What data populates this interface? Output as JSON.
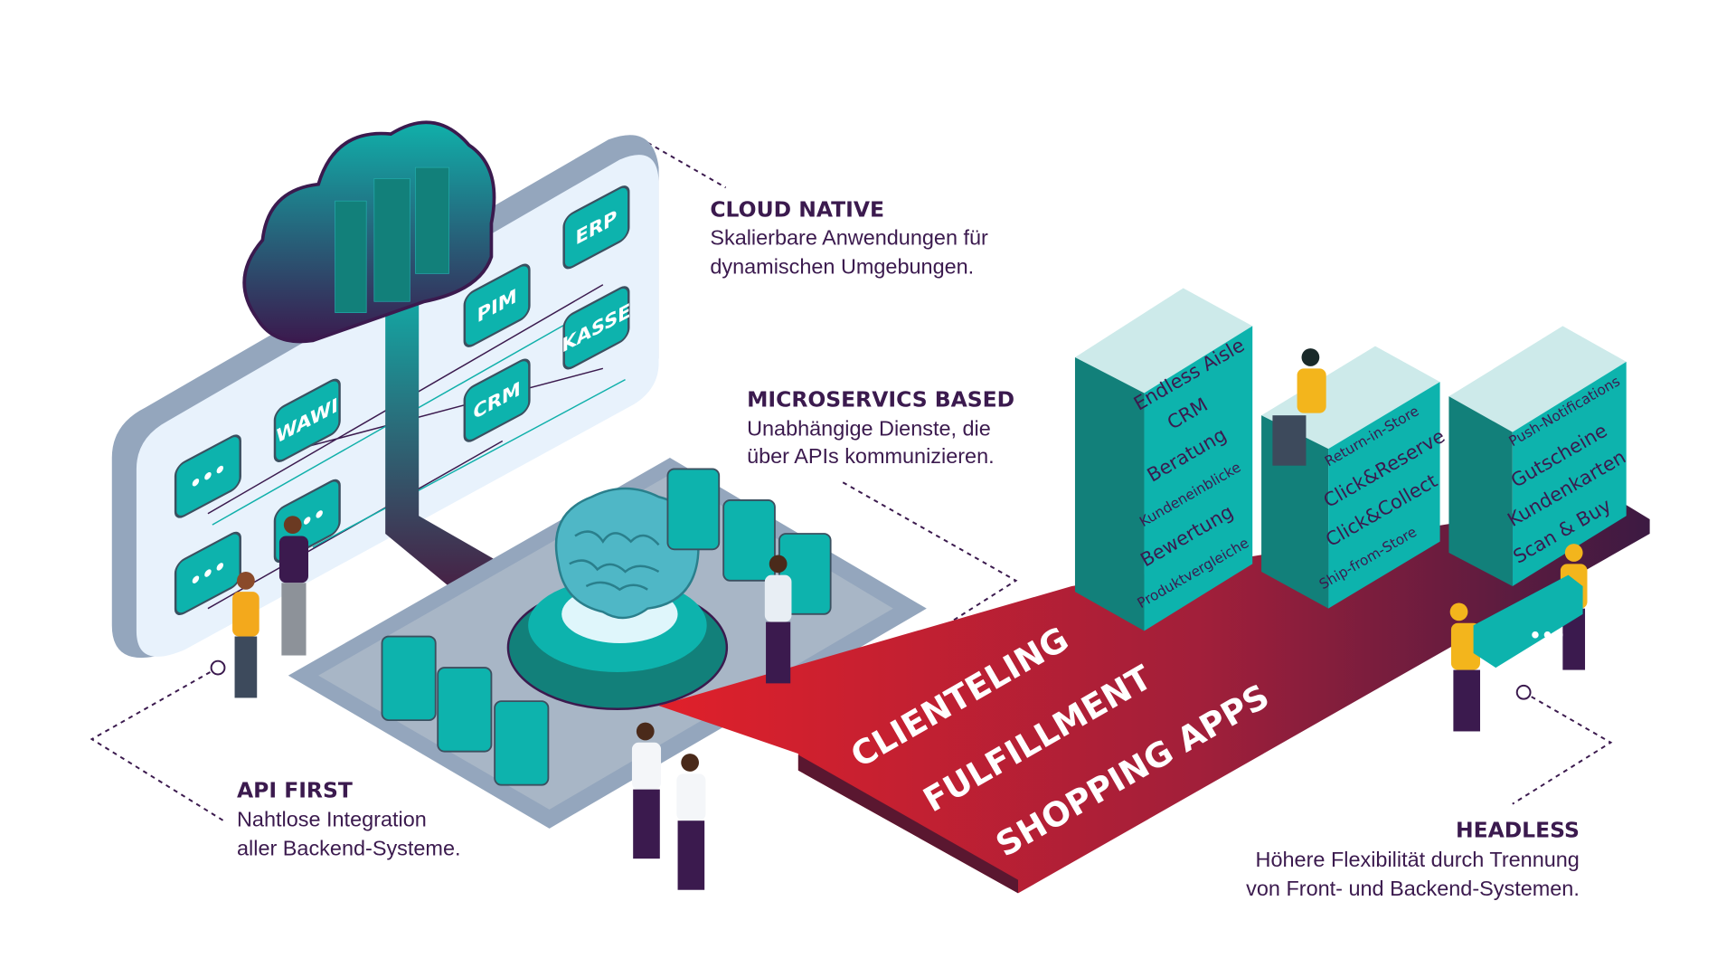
{
  "sections": {
    "cloud_native": {
      "title": "CLOUD NATIVE",
      "line1": "Skalierbare Anwendungen für",
      "line2": "dynamischen Umgebungen."
    },
    "microservices": {
      "title": "MICROSERVICS BASED",
      "line1": "Unabhängige Dienste, die",
      "line2": "über APIs kommunizieren."
    },
    "api_first": {
      "title": "API FIRST",
      "line1": "Nahtlose Integration",
      "line2": "aller Backend-Systeme."
    },
    "headless": {
      "title": "HEADLESS",
      "line1": "Höhere Flexibilität durch Trennung",
      "line2": "von Front- und Backend-Systemen."
    }
  },
  "modules": [
    "ERP",
    "PIM",
    "KASSE",
    "CRM",
    "WAWI",
    "•••",
    "•••",
    "•••"
  ],
  "platform_labels": [
    "CLIENTELING",
    "FULFILLMENT",
    "SHOPPING APPS"
  ],
  "towers": [
    {
      "items": [
        "Endless Aisle",
        "CRM",
        "Beratung",
        "Kundeneinblicke",
        "Bewertung",
        "Produktvergleiche"
      ]
    },
    {
      "items": [
        "Return-in-Store",
        "Click&Reserve",
        "Click&Collect",
        "Ship-from-Store"
      ]
    },
    {
      "items": [
        "Push-Notifications",
        "Gutscheine",
        "Kundenkarten",
        "Scan & Buy"
      ]
    }
  ],
  "colors": {
    "teal": "#0db3ad",
    "dark_teal": "#12807a",
    "purple": "#3b1a4e",
    "red": "#d3212d",
    "panel": "#e8f2fc"
  }
}
